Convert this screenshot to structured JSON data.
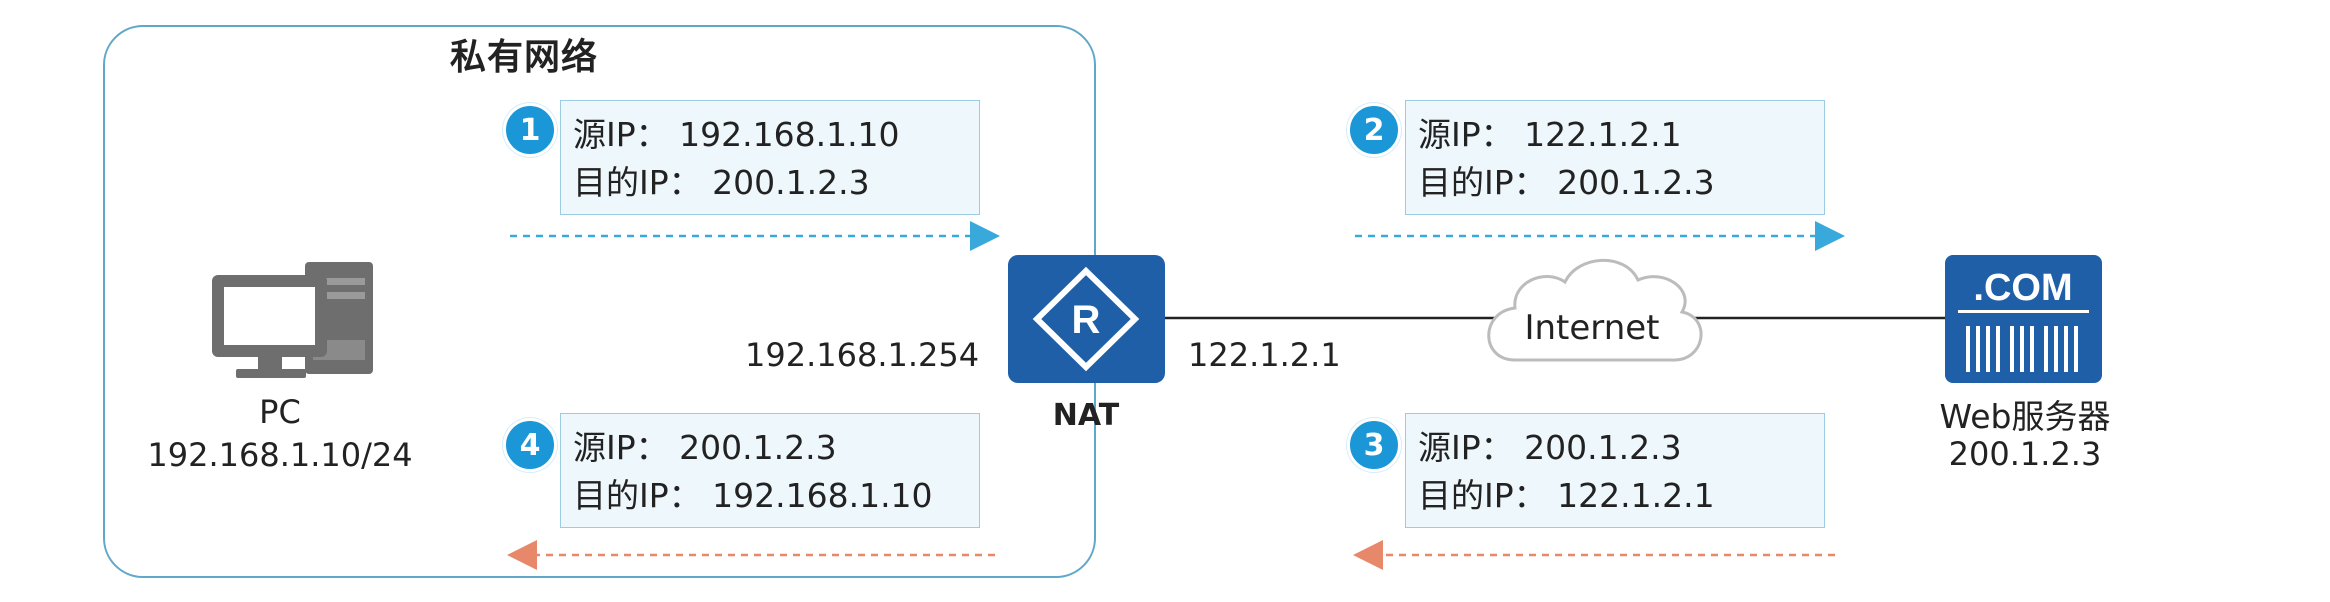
{
  "private_network": {
    "title": "私有网络"
  },
  "pc": {
    "name": "PC",
    "ip": "192.168.1.10/24"
  },
  "nat": {
    "name": "NAT",
    "inside_ip": "192.168.1.254",
    "outside_ip": "122.1.2.1",
    "router_letter": "R"
  },
  "internet": {
    "label": "Internet"
  },
  "server": {
    "badge": ".COM",
    "name": "Web服务器",
    "ip": "200.1.2.3"
  },
  "packets": [
    {
      "step": "1",
      "src": "源IP：  192.168.1.10",
      "dst": "目的IP：  200.1.2.3"
    },
    {
      "step": "2",
      "src": "源IP：  122.1.2.1",
      "dst": "目的IP：  200.1.2.3"
    },
    {
      "step": "3",
      "src": "源IP：  200.1.2.3",
      "dst": "目的IP：  122.1.2.1"
    },
    {
      "step": "4",
      "src": "源IP：  200.1.2.3",
      "dst": "目的IP：  192.168.1.10"
    }
  ],
  "colors": {
    "outbound_arrow": "#39a9dc",
    "inbound_arrow": "#e8886a",
    "device_blue": "#1f5fa8",
    "border": "#5fa8c8"
  }
}
